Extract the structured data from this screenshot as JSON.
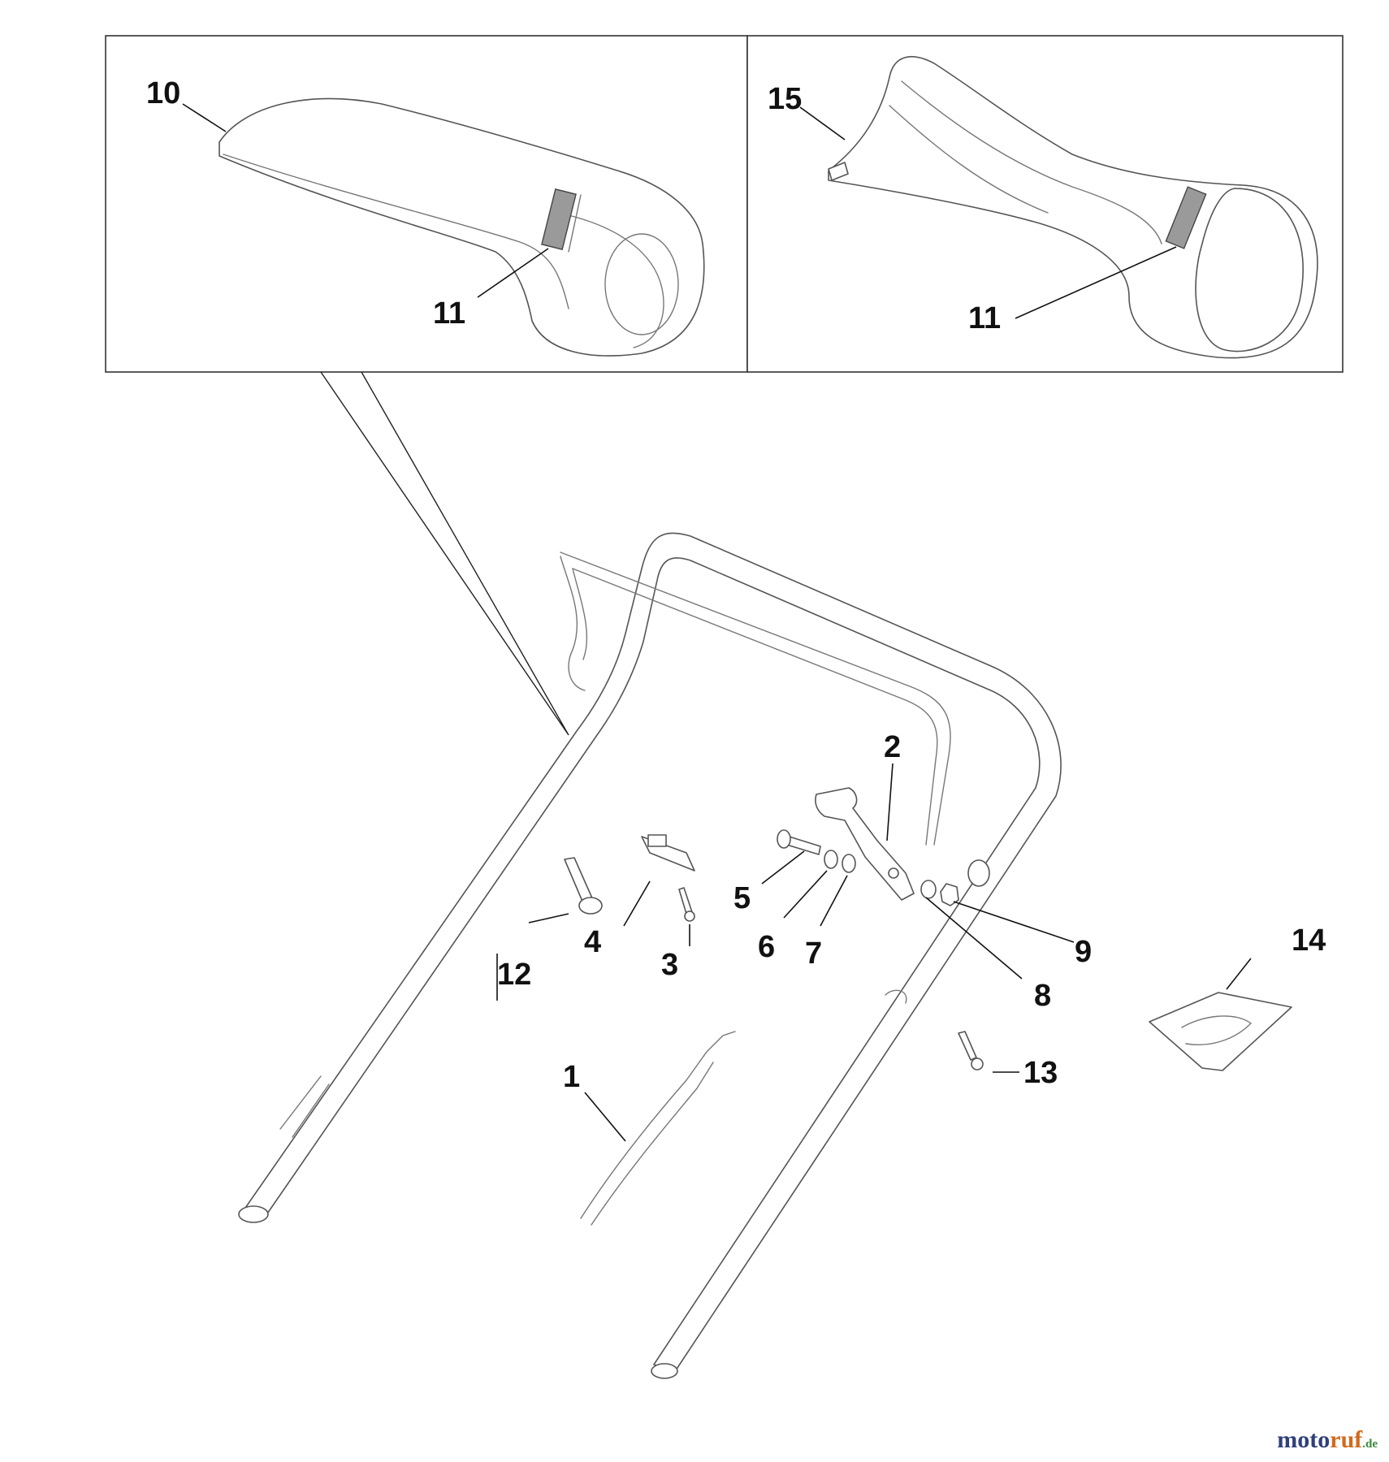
{
  "callouts": {
    "c1": "1",
    "c2": "2",
    "c3": "3",
    "c4": "4",
    "c5": "5",
    "c6": "6",
    "c7": "7",
    "c8": "8",
    "c9": "9",
    "c10": "10",
    "c11a": "11",
    "c11b": "11",
    "c12": "12",
    "c13": "13",
    "c14": "14",
    "c15": "15"
  },
  "watermark": {
    "main": "moto",
    "accent": "ruf",
    "suffix": ".de"
  }
}
